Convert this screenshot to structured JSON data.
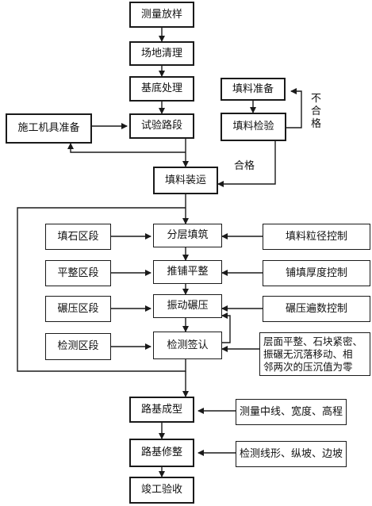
{
  "main": {
    "survey": "测量放样",
    "clearing": "场地清理",
    "base": "基底处理",
    "trial": "试验路段",
    "transport": "填料装运",
    "layered_fill": "分层填筑",
    "spread_level": "推铺平整",
    "vib_roll": "振动碾压",
    "inspect_sign": "检测签认",
    "subgrade_form": "路基成型",
    "subgrade_trim": "路基修整",
    "acceptance": "竣工验收"
  },
  "side_left": {
    "equipment": "施工机具准备",
    "stone_zone": "填石区段",
    "level_zone": "平整区段",
    "roll_zone": "碾压区段",
    "test_zone": "检测区段"
  },
  "side_right": {
    "fill_prep": "填料准备",
    "fill_check": "填料检验",
    "grain_ctrl": "填料粒径控制",
    "thick_ctrl": "铺填厚度控制",
    "pass_ctrl": "碾压遍数控制",
    "criteria_lines": [
      "层面平整、石块紧密、",
      "振碾无沉落移动、相",
      "邻两次的压沉值为零"
    ],
    "survey_items": "测量中线、宽度、高程",
    "check_items": "检测线形、纵坡、边坡"
  },
  "labels": {
    "fail_chars": [
      "不",
      "合",
      "格"
    ],
    "pass": "合格"
  }
}
